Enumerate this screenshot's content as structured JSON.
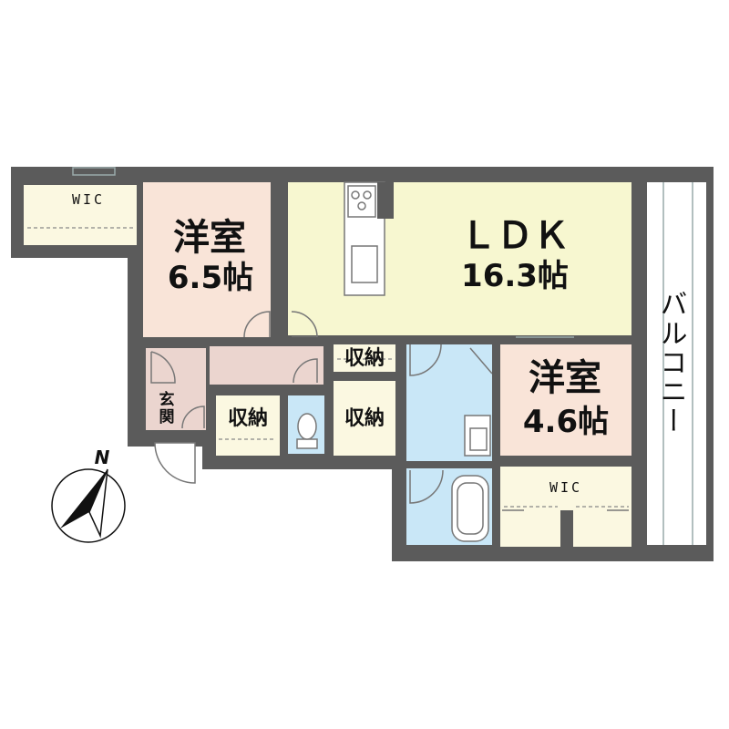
{
  "rooms": {
    "wic_top_left": "WIC",
    "western_room_1": {
      "name": "洋室",
      "size": "6.5帖"
    },
    "ldk": {
      "name": "ＬＤＫ",
      "size": "16.3帖"
    },
    "western_room_2": {
      "name": "洋室",
      "size": "4.6帖"
    },
    "wic_bottom_right": "WIC",
    "storage_1": "収納",
    "storage_2": "収納",
    "storage_3": "収納",
    "entrance": "玄関",
    "balcony": "バルコニー"
  },
  "compass": {
    "label": "N"
  },
  "colors": {
    "wall": "#5b5b5b",
    "wic": "#fbf8e1",
    "western": "#f9e4d8",
    "ldk": "#f7f7d0",
    "hall": "#ebd5cf",
    "wet": "#c9e7f7",
    "balcony": "#ffffff"
  }
}
